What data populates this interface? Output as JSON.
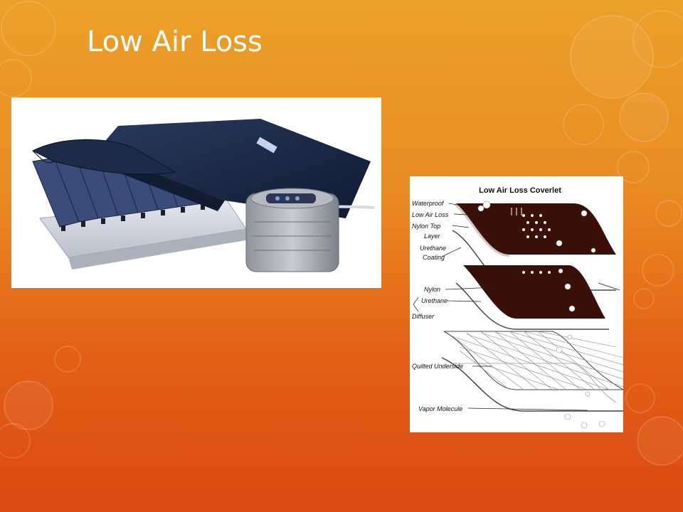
{
  "slide": {
    "title": "Low Air Loss"
  },
  "mattress_photo": {
    "brand_text": "",
    "description_icon": "air-mattress-with-pump"
  },
  "diagram": {
    "title": "Low Air Loss Coverlet",
    "labels": {
      "waterproof": "Waterproof",
      "low_air_loss": "Low Air Loss",
      "nylon_top_1": "Nylon Top",
      "nylon_top_2": "Layer",
      "urethane_coating_1": "Urethane",
      "urethane_coating_2": "Coating",
      "nylon": "Nylon",
      "urethane": "Urethane",
      "diffuser": "Diffuser",
      "quilted_underside": "Quilted Underside",
      "vapor_molecule": "Vapor Molecule"
    }
  },
  "colors": {
    "background_top": "#eba129",
    "background_bottom": "#dc4a10",
    "layer_dark": "#3a0f08",
    "mattress_cover": "#1c2a44"
  }
}
